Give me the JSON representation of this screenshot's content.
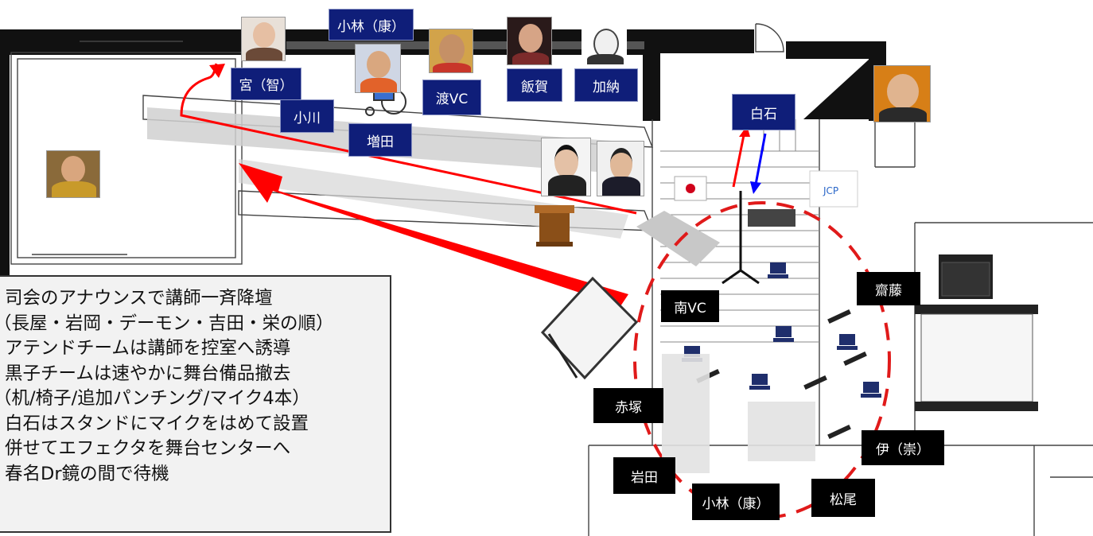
{
  "notes": {
    "lines": [
      "司会のアナウンスで講師一斉降壇",
      "（長屋・岩岡・デーモン・吉田・栄の順）",
      "アテンドチームは講師を控室へ誘導",
      "黒子チームは速やかに舞台備品撤去",
      "（机/椅子/追加パンチング/マイク4本）",
      "白石はスタンドにマイクをはめて設置",
      "併せてエフェクタを舞台センターへ",
      "春名Dr鏡の間で待機"
    ]
  },
  "top_labels": {
    "kobayashi_top": "小林（康）",
    "miya": "宮（智）",
    "ogawa": "小川",
    "masuda": "増田",
    "watari": "渡VC",
    "iiga": "飯賀",
    "kano": "加納",
    "shiraishi": "白石"
  },
  "stage_labels": {
    "minami": "南VC",
    "saito": "齋藤",
    "akatsuka": "赤塚",
    "iwata": "岩田",
    "kobayashi_bottom": "小林（康）",
    "matsuo": "松尾",
    "i_takashi": "伊（崇）"
  },
  "colors": {
    "label_navy": "#0f1e79",
    "arrow_red": "#ff0000",
    "arrow_blue": "#0000ff",
    "walls": "#000000"
  }
}
